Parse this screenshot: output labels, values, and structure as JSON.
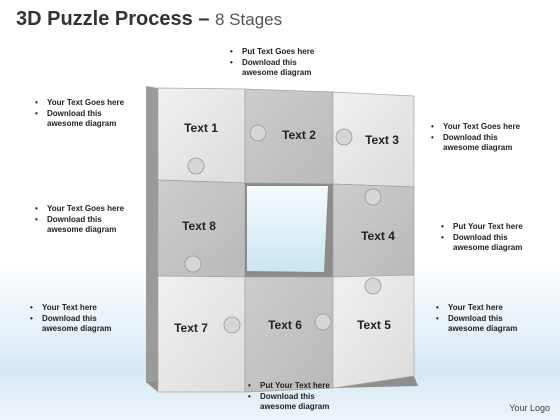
{
  "title": {
    "main": "3D Puzzle Process",
    "dash": "–",
    "sub": "8 Stages"
  },
  "pieces": [
    {
      "label": "Text 1"
    },
    {
      "label": "Text 2"
    },
    {
      "label": "Text 3"
    },
    {
      "label": "Text 4"
    },
    {
      "label": "Text 5"
    },
    {
      "label": "Text 6"
    },
    {
      "label": "Text 7"
    },
    {
      "label": "Text 8"
    }
  ],
  "notes": {
    "top": [
      "Put Text Goes here",
      "Download this",
      "awesome diagram"
    ],
    "left_top": [
      "Your Text Goes here",
      "Download this",
      "awesome diagram"
    ],
    "left_middle": [
      "Your Text Goes here",
      "Download this",
      "awesome diagram"
    ],
    "left_bottom": [
      "Your Text  here",
      "Download this",
      "awesome diagram"
    ],
    "right_top": [
      "Your Text Goes here",
      "Download this",
      "awesome diagram"
    ],
    "right_middle": [
      "Put Your Text  here",
      "Download this",
      "awesome diagram"
    ],
    "right_bottom": [
      "Your Text  here",
      "Download this",
      "awesome diagram"
    ],
    "bottom": [
      "Put Your Text  here",
      "Download this",
      "awesome diagram"
    ]
  },
  "logo": "Your Logo",
  "colors": {
    "light_piece": "#e6e6e6",
    "dark_piece": "#c4c4c4",
    "center_hole": "#d8eef6"
  }
}
